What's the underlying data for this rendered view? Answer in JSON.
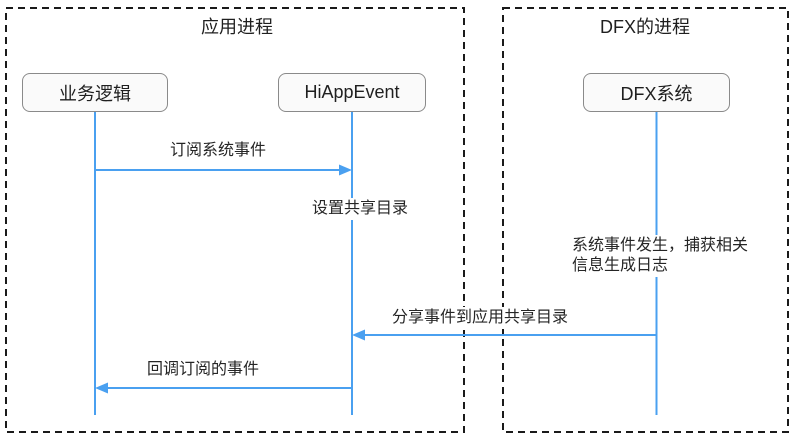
{
  "diagram": {
    "type": "sequence-diagram",
    "containers": [
      {
        "id": "app-process",
        "title": "应用进程"
      },
      {
        "id": "dfx-process",
        "title": "DFX的进程"
      }
    ],
    "actors": [
      {
        "id": "business-logic",
        "label": "业务逻辑",
        "container": "应用进程"
      },
      {
        "id": "hiappevent",
        "label": "HiAppEvent",
        "container": "应用进程"
      },
      {
        "id": "dfx-system",
        "label": "DFX系统",
        "container": "DFX的进程"
      }
    ],
    "messages": [
      {
        "label": "订阅系统事件",
        "from": "业务逻辑",
        "to": "HiAppEvent",
        "direction": "right"
      },
      {
        "label": "设置共享目录",
        "on": "HiAppEvent",
        "direction": "none"
      },
      {
        "label": "系统事件发生，捕获相关\n信息生成日志",
        "on": "DFX系统",
        "direction": "none"
      },
      {
        "label": "分享事件到应用共享目录",
        "from": "DFX系统",
        "to": "HiAppEvent",
        "direction": "left"
      },
      {
        "label": "回调订阅的事件",
        "from": "HiAppEvent",
        "to": "业务逻辑",
        "direction": "left"
      }
    ],
    "colors": {
      "lifeline": "#4aa0f0",
      "arrow": "#4aa0f0",
      "frame_border": "#1a1a1a",
      "actor_border": "#8a8a8a",
      "actor_fill": "#fafafa",
      "text": "#222222",
      "background": "#ffffff"
    }
  }
}
